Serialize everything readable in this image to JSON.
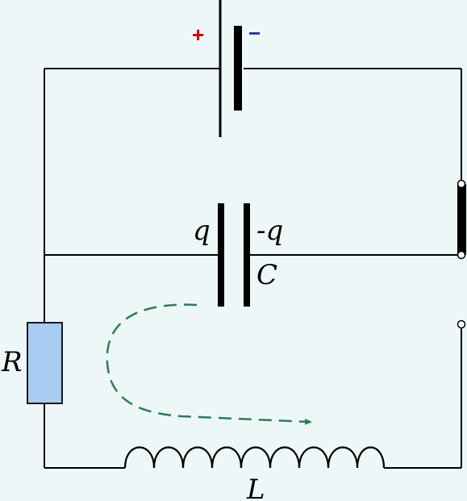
{
  "labels": {
    "battery_plus": "+",
    "battery_minus": "−",
    "charge_pos": "q",
    "charge_neg": "-q",
    "capacitor": "C",
    "resistor": "R",
    "inductor": "L"
  },
  "colors": {
    "background": "#eef7f7",
    "wire": "#000000",
    "resistor_fill": "#a9cdf2",
    "resistor_stroke": "#1a1a1a",
    "plus_sign": "#cc0000",
    "minus_sign": "#1f2f9a",
    "current_arrow": "#2e7d52"
  }
}
